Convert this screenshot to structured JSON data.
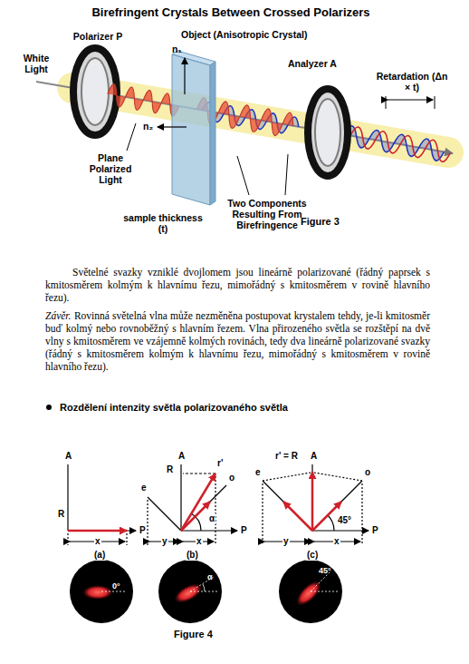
{
  "diagram": {
    "title": "Birefringent Crystals Between Crossed Polarizers",
    "labels": [
      "Polarizer P",
      "Object (Anisotropic Crystal)",
      "n₁",
      "White Light",
      "Analyzer A",
      "Retardation (Δn × t)",
      "n₂",
      "Plane Polarized Light",
      "sample thickness (t)",
      "Two Components Resulting From Birefringence",
      "Figure 3",
      "Světelné svazky vzniklé dvojlomem jsou lineárně polarizované (řádný paprsek s kmitosměrem kolmým k hlavnímu řezu, mimořádný s kmitosměrem v rovině hlavního řezu).",
      "Závěr.",
      "Rovinná světelná vlna může nezměněna postupovat krystalem tehdy, je-li kmitosměr buď kolmý nebo rovnoběžný s hlavním řezem. Vlna přirozeného světla se rozštěpí na dvě vlny s kmitosměrem ve vzájemně kolmých rovinách, tedy dva lineárně polarizované svazky (řádný s kmitosměrem kolmým k hlavnímu řezu, mimořádný s kmitosměrem v rovině hlavního řezu).",
      "Rozdělení intenzity světla polarizovaného světla",
      "A",
      "R",
      "P",
      "x",
      "(a)",
      "e",
      "R",
      "A",
      "r'",
      "o",
      "α",
      "P",
      "y",
      "x",
      "(b)",
      "r' = R",
      "A",
      "e",
      "o",
      "45°",
      "P",
      "y",
      "x",
      "(c)",
      "0°",
      "α",
      "45°",
      "Figure 4"
    ]
  }
}
